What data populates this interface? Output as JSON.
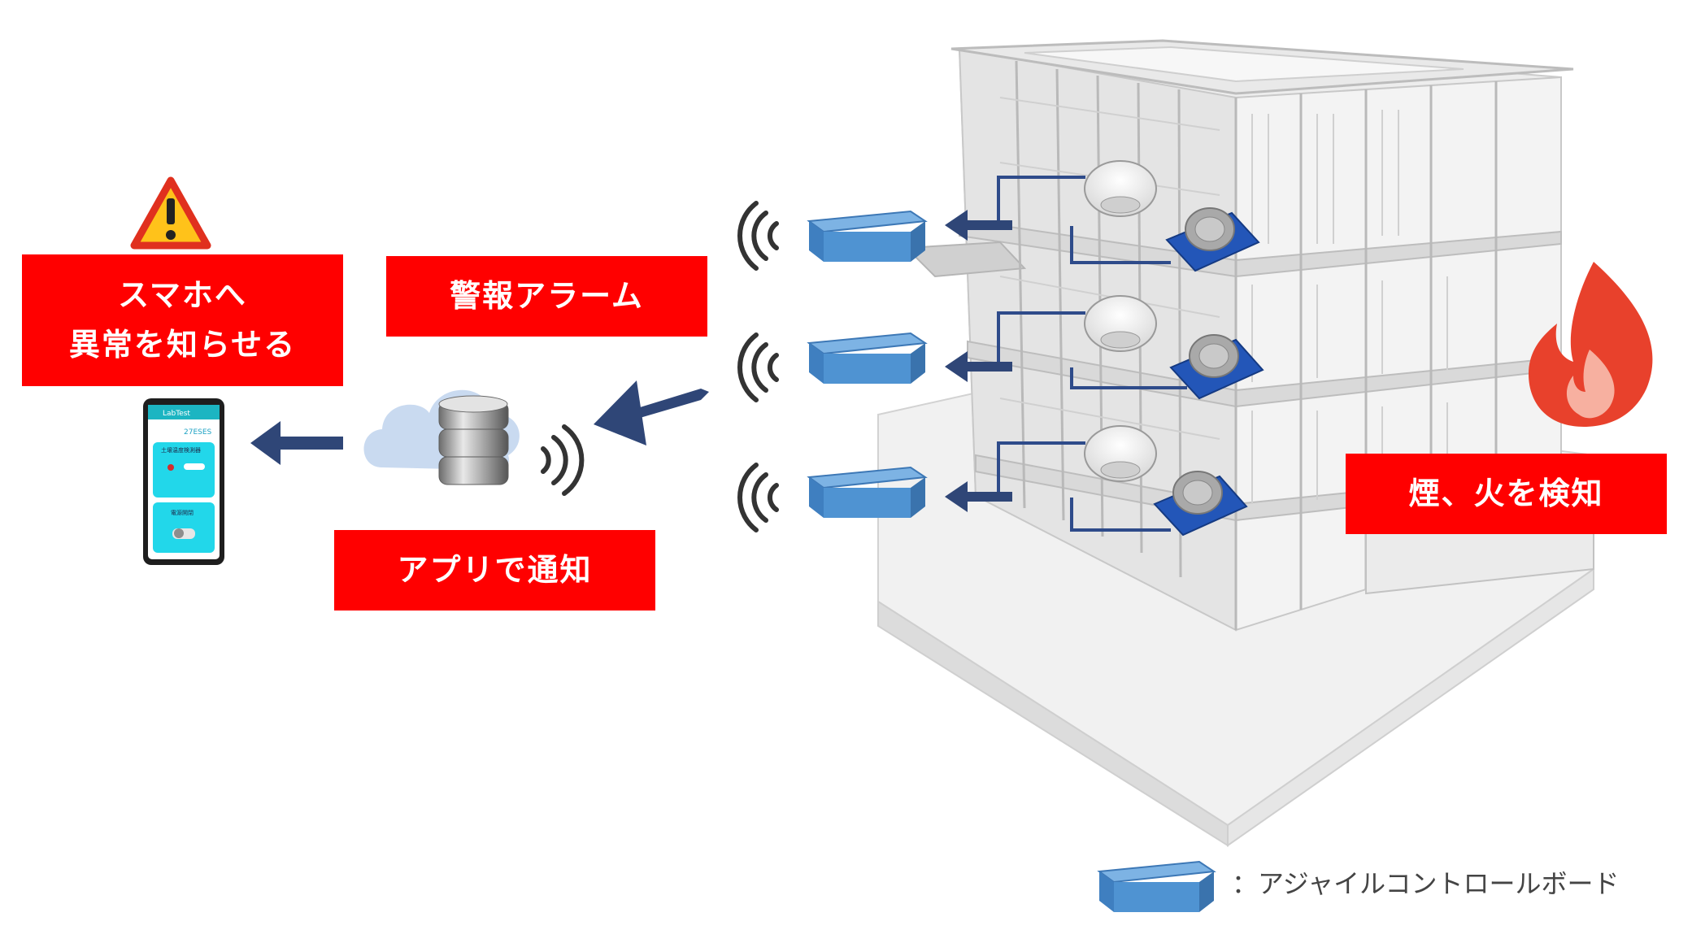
{
  "labels": {
    "phone_notice_line1": "スマホへ",
    "phone_notice_line2": "異常を知らせる",
    "alarm": "警報アラーム",
    "app_notify": "アプリで通知",
    "detect": "煙、火を検知"
  },
  "legend": {
    "text": "：アジャイルコントロールボード"
  },
  "phone": {
    "app_title": "LabTest",
    "status_value": "27ESES",
    "card1_title": "土壌温度検測器",
    "card2_title": "電源開閉"
  },
  "icons": [
    "warning-icon",
    "smartphone-icon",
    "cloud-icon",
    "database-icon",
    "wireless-icon",
    "fire-icon",
    "smoke-detector-icon",
    "gas-sensor-icon",
    "arrow-left-icon"
  ],
  "colors": {
    "label_bg": "#ff0000",
    "board_blue": "#4f93d2",
    "arrow_navy": "#2f4677",
    "wire_navy": "#2e4b8a"
  }
}
